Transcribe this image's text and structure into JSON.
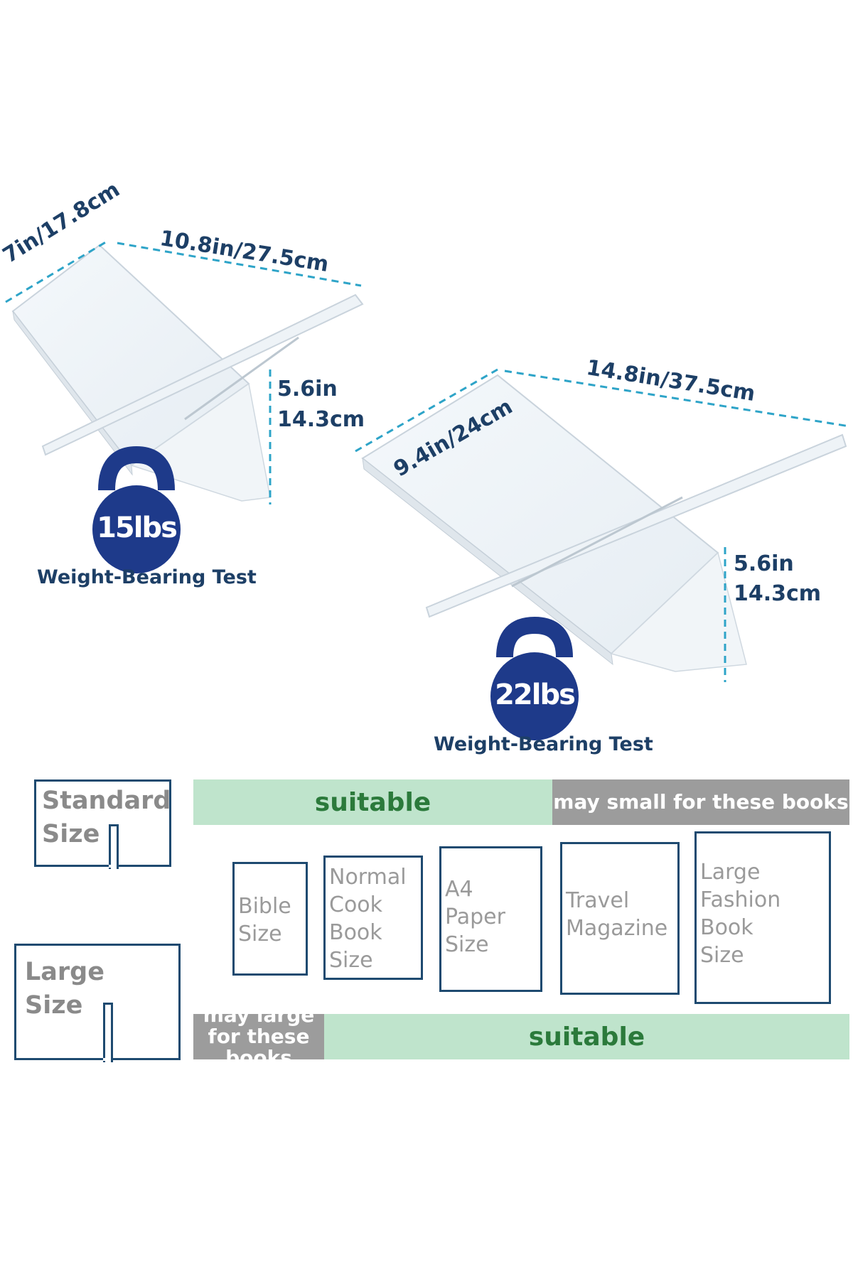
{
  "stands": {
    "small": {
      "depth": "7in/17.8cm",
      "width": "10.8in/27.5cm",
      "height_in": "5.6in",
      "height_cm": "14.3cm",
      "weight": "15lbs",
      "caption": "Weight-Bearing Test"
    },
    "large": {
      "depth": "9.4in/24cm",
      "width": "14.8in/37.5cm",
      "height_in": "5.6in",
      "height_cm": "14.3cm",
      "weight": "22lbs",
      "caption": "Weight-Bearing Test"
    }
  },
  "size_guide": {
    "standard_label": "Standard\nSize",
    "large_label": "Large\nSize",
    "top_bar": {
      "suitable": "suitable",
      "small": "may small for these books"
    },
    "bottom_bar": {
      "large": "may large for these books",
      "suitable": "suitable"
    },
    "books": [
      {
        "label": "Bible\nSize"
      },
      {
        "label": "Normal\nCook\nBook\nSize"
      },
      {
        "label": "A4\nPaper\nSize"
      },
      {
        "label": "Travel\nMagazine"
      },
      {
        "label": "Large\nFashion\nBook\nSize"
      }
    ]
  },
  "colors": {
    "navy": "#1e3a8a",
    "dimension_blue": "#2ea4c8",
    "text_navy": "#1d3f66",
    "suitable_green": "#bfe4cc",
    "suitable_text": "#2b7a3b",
    "warning_gray": "#9c9c9c"
  }
}
